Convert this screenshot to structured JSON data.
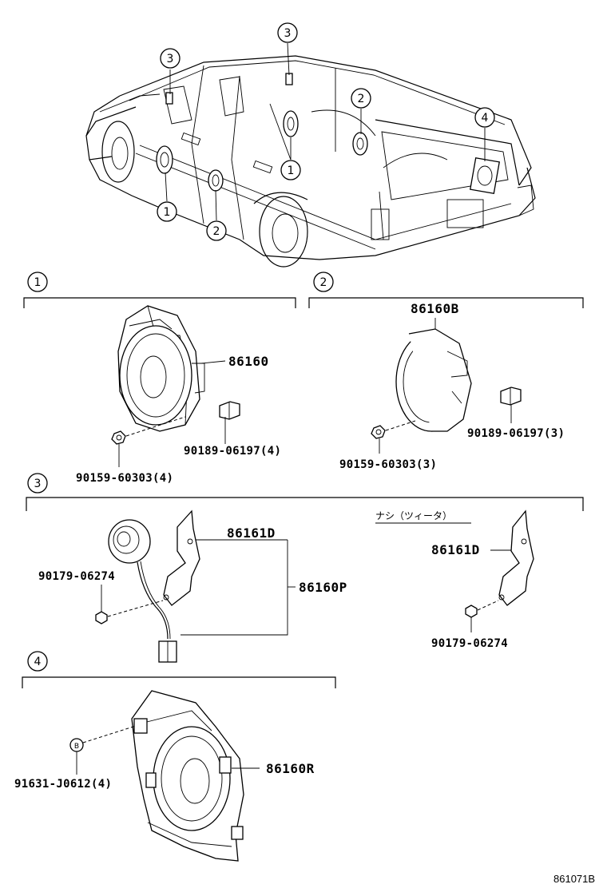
{
  "callouts": {
    "c1": "1",
    "c2": "2",
    "c3": "3",
    "c4": "4",
    "b": "B"
  },
  "section1": {
    "number": "1",
    "speaker": "86160",
    "clip": "90189-06197(4)",
    "screw": "90159-60303(4)"
  },
  "section2": {
    "number": "2",
    "speaker": "86160B",
    "clip": "90189-06197(3)",
    "screw": "90159-60303(3)"
  },
  "section3": {
    "number": "3",
    "bracket": "86161D",
    "nut": "90179-06274",
    "tweeter_assy": "86160P",
    "alt_note": "ナシ（ツィータ）",
    "alt_bracket": "86161D",
    "alt_nut": "90179-06274"
  },
  "section4": {
    "number": "4",
    "speaker": "86160R",
    "clip": "91631-J0612(4)"
  },
  "figure_id": "861071B"
}
